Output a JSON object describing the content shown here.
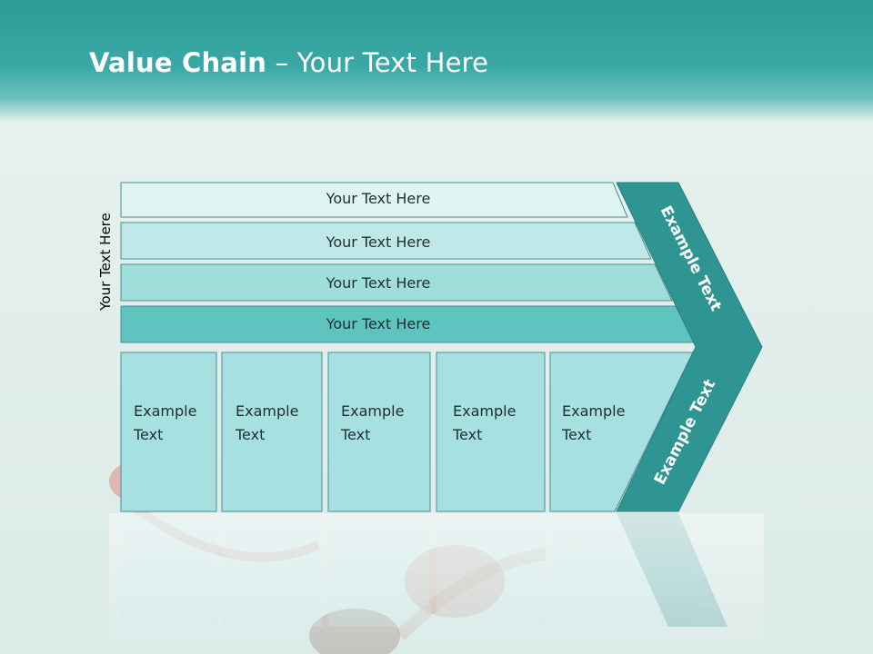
{
  "title": {
    "strong": "Value Chain",
    "rest": " – Your Text Here"
  },
  "side_label": "Your Text Here",
  "support_rows": [
    "Your Text Here",
    "Your Text Here",
    "Your Text Here",
    "Your Text Here"
  ],
  "primary_cells": [
    {
      "line1": "Example",
      "line2": "Text"
    },
    {
      "line1": "Example",
      "line2": "Text"
    },
    {
      "line1": "Example",
      "line2": "Text"
    },
    {
      "line1": "Example",
      "line2": "Text"
    },
    {
      "line1": "Example",
      "line2": "Text"
    }
  ],
  "arrow_labels": {
    "upper": "Example Text",
    "lower": "Example Text"
  },
  "colors": {
    "header": "#3aa9a6",
    "row1": "#e1f4f4",
    "row2": "#bfe8e8",
    "row3": "#9fdedb",
    "row4": "#5fc3c0",
    "cells": "#a7e0e0",
    "arrow": "#2e9593",
    "border": "#4a8f8e"
  }
}
